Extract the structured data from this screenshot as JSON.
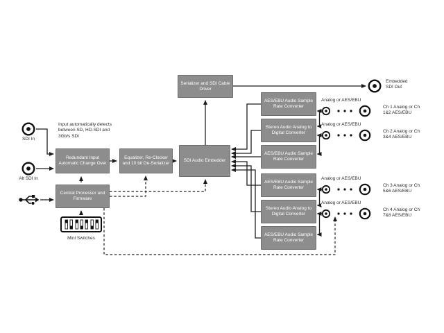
{
  "left": {
    "sdi_in_label": "SDI In",
    "alt_sdi_in_label": "Alt SDI In",
    "auto_detect_note": "Input automatically detects between SD, HD-SDI and 3Gb/s SDI",
    "mini_switches_label": "Mini Switches"
  },
  "boxes": {
    "redundant_input": "Redundant Input Automatic Change Over",
    "central_processor": "Central Processor and Firmware",
    "equalizer": "Equalizer, Re-Clocker and 10 bit De-Serializer",
    "sdi_audio_embedder": "SDI Audio Embedder",
    "serializer": "Serializer and SDI Cable Driver"
  },
  "converters": [
    "AES/EBU Audio Sample Rate Converter",
    "Stereo Audio Analog to Digital Converter",
    "AES/EBU Audio Sample Rate Converter",
    "AES/EBU Audio Sample Rate Converter",
    "Stereo Audio Analog to Digital Converter",
    "AES/EBU Audio Sample Rate Converter"
  ],
  "audio_inputs": [
    {
      "io_label": "Analog or AES/EBU",
      "channel_label": "Ch 1 Analog or Ch 1&2 AES/EBU"
    },
    {
      "io_label": "Analog or AES/EBU",
      "channel_label": "Ch 2 Analog or Ch 3&4 AES/EBU"
    },
    {
      "io_label": "Analog or AES/EBU",
      "channel_label": "Ch 3 Analog or Ch 5&6 AES/EBU"
    },
    {
      "io_label": "Analog or AES/EBU",
      "channel_label": "Ch 4 Analog or Ch 7&8 AES/EBU"
    }
  ],
  "output": {
    "label": "Embedded SDI Out"
  },
  "icons": {
    "sdi_in": "bnc-connector-icon",
    "alt_sdi_in": "bnc-connector-icon",
    "usb": "usb-icon",
    "mini_switches": "dip-switches-icon",
    "embedded_sdi_out": "bnc-connector-icon",
    "analog_input": "rca-connector-icon",
    "aes_ebu_input": "bnc-connector-icon",
    "or_separator": "three-dots-icon"
  },
  "colors": {
    "box_fill": "#8d8d8d",
    "box_border": "#6e6e6e",
    "line": "#1c1c1c",
    "text": "#2e2e2e",
    "background": "#ffffff"
  }
}
